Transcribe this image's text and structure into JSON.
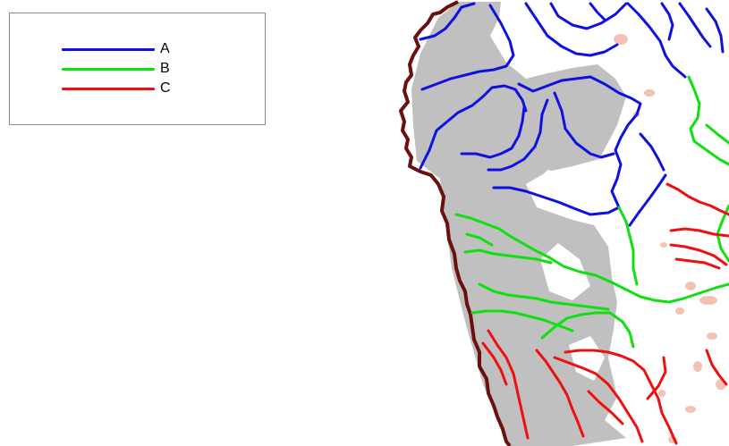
{
  "legend": {
    "items": [
      {
        "label": "A",
        "color": "#1010e0"
      },
      {
        "label": "B",
        "color": "#10e010"
      },
      {
        "label": "C",
        "color": "#ee1010"
      }
    ]
  },
  "map": {
    "coast_color": "#6b0f0f",
    "land_fill_color": "#c0c0c0",
    "patch_color": "#f3c2b2"
  }
}
